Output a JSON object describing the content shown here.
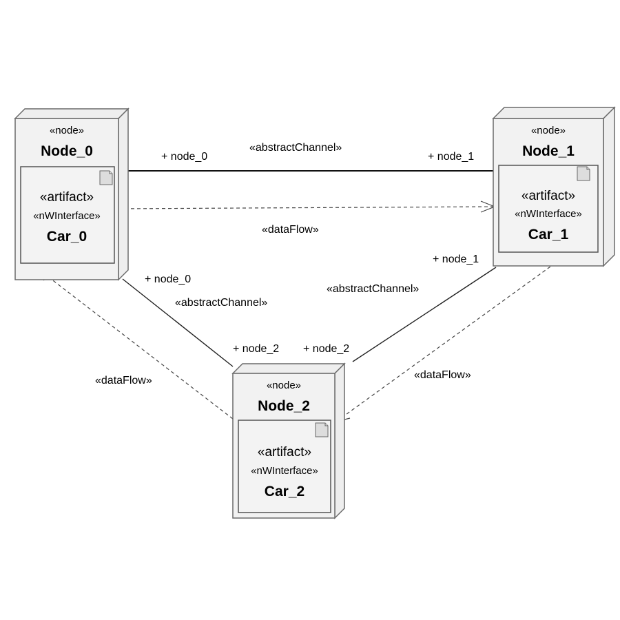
{
  "nodes": [
    {
      "stereotype": "«node»",
      "name": "Node_0",
      "artifact": {
        "stereotype": "«artifact»",
        "interface": "«nWInterface»",
        "name": "Car_0"
      }
    },
    {
      "stereotype": "«node»",
      "name": "Node_1",
      "artifact": {
        "stereotype": "«artifact»",
        "interface": "«nWInterface»",
        "name": "Car_1"
      }
    },
    {
      "stereotype": "«node»",
      "name": "Node_2",
      "artifact": {
        "stereotype": "«artifact»",
        "interface": "«nWInterface»",
        "name": "Car_2"
      }
    }
  ],
  "connections": {
    "channel_0_1": {
      "stereotype": "«abstractChannel»",
      "end_a": "+ node_0",
      "end_b": "+ node_1"
    },
    "flow_0_1": {
      "stereotype": "«dataFlow»"
    },
    "channel_0_2": {
      "stereotype": "«abstractChannel»",
      "end_a": "+ node_0",
      "end_b": "+ node_2"
    },
    "channel_1_2": {
      "stereotype": "«abstractChannel»",
      "end_a": "+ node_1",
      "end_b": "+ node_2"
    },
    "flow_2_0": {
      "stereotype": "«dataFlow»"
    },
    "flow_1_2": {
      "stereotype": "«dataFlow»"
    }
  }
}
